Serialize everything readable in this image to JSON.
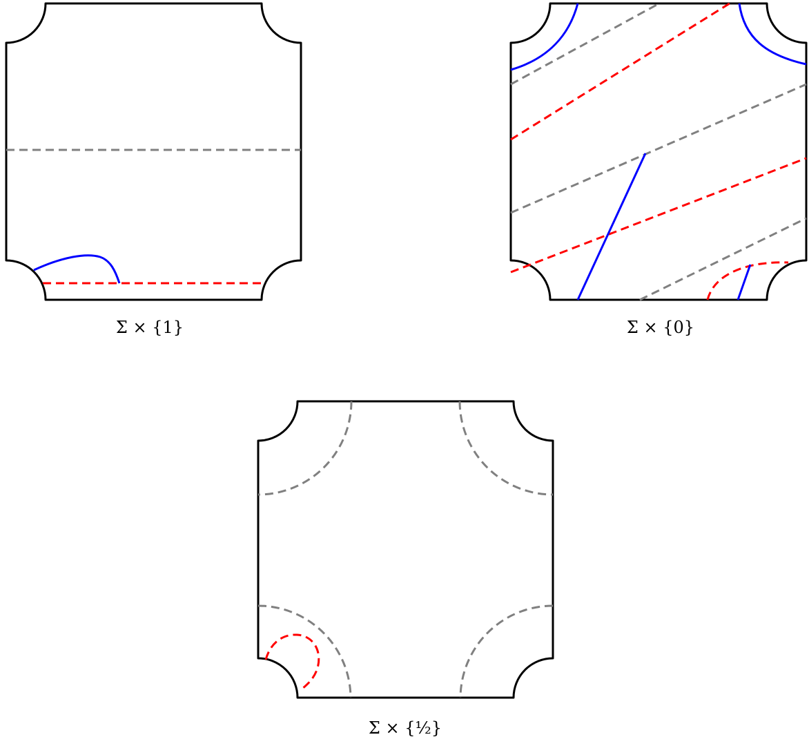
{
  "colors": {
    "boundary": "#000000",
    "gray_curve": "#808080",
    "red_curve": "#ff0000",
    "blue_curve": "#0000ff"
  },
  "panels": [
    {
      "id": "sigma-times-1",
      "caption": "Σ × {1}"
    },
    {
      "id": "sigma-times-0",
      "caption": "Σ × {0}"
    },
    {
      "id": "sigma-times-half",
      "caption": "Σ × {½}"
    }
  ]
}
